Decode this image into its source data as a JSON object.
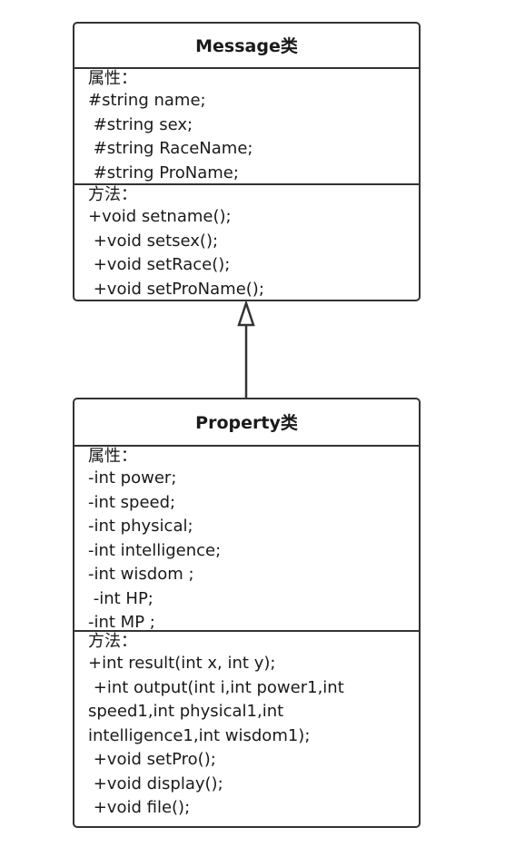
{
  "classes": {
    "message": {
      "title": "Message类",
      "attributes_heading": "属性：",
      "attributes": [
        "#string name;",
        " #string sex;",
        " #string RaceName;",
        " #string ProName;"
      ],
      "methods_heading": "方法：",
      "methods": [
        "+void setname();",
        " +void setsex();",
        " +void setRace();",
        " +void setProName();"
      ]
    },
    "property": {
      "title": "Property类",
      "attributes_heading": "属性：",
      "attributes": [
        "-int power;",
        "-int speed;",
        "-int physical;",
        "-int intelligence;",
        "-int wisdom ;",
        " -int HP;",
        "-int MP ;"
      ],
      "methods_heading": "方法：",
      "methods": [
        "+int result(int x, int y);",
        " +int output(int i,int power1,int speed1,int physical1,int intelligence1,int wisdom1);",
        " +void setPro();",
        " +void display();",
        " +void file();"
      ]
    }
  },
  "relationship": {
    "type": "generalization",
    "from": "property",
    "to": "message"
  }
}
